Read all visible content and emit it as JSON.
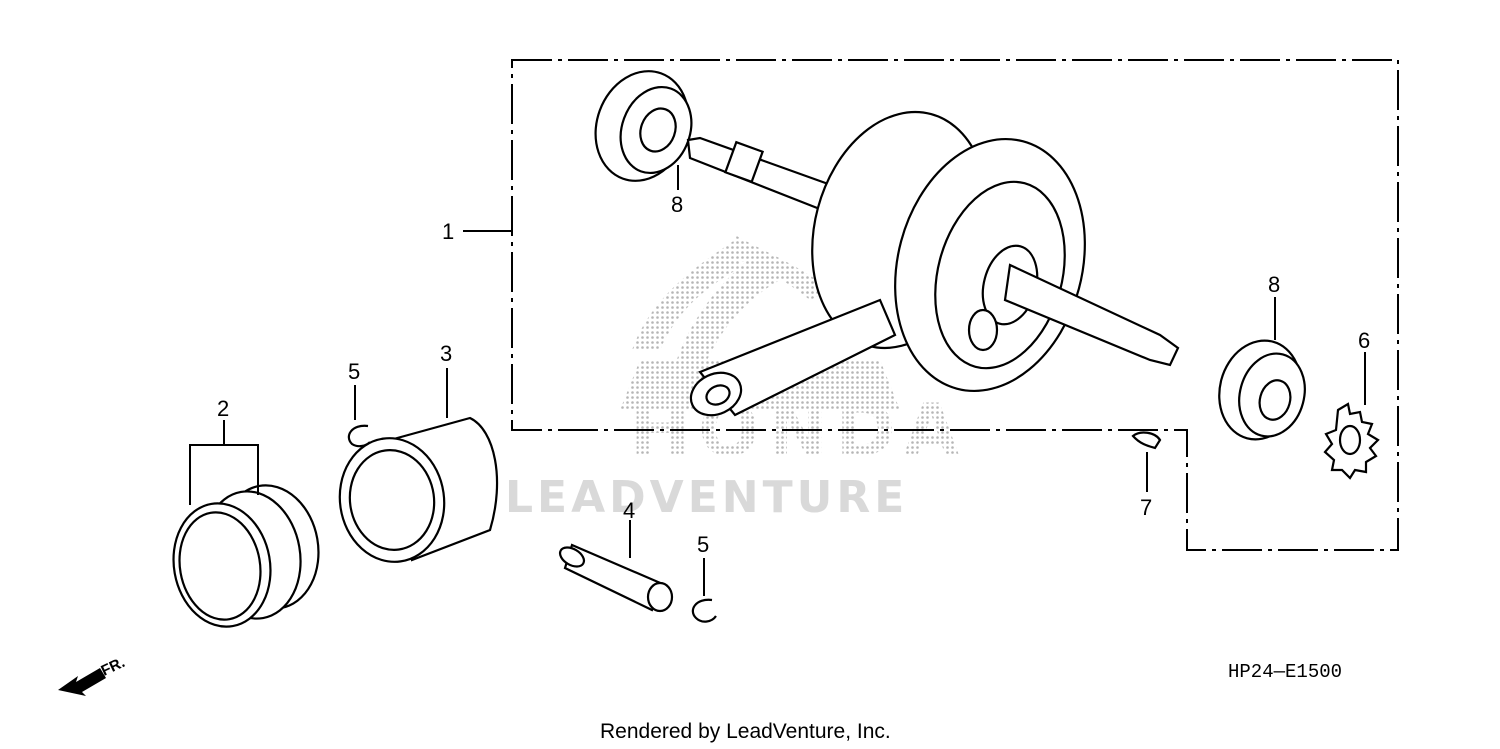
{
  "callouts": [
    {
      "id": "1",
      "text": "1"
    },
    {
      "id": "2",
      "text": "2"
    },
    {
      "id": "3",
      "text": "3"
    },
    {
      "id": "4",
      "text": "4"
    },
    {
      "id": "5a",
      "text": "5"
    },
    {
      "id": "5b",
      "text": "5"
    },
    {
      "id": "6",
      "text": "6"
    },
    {
      "id": "7",
      "text": "7"
    },
    {
      "id": "8a",
      "text": "8"
    },
    {
      "id": "8b",
      "text": "8"
    }
  ],
  "direction_label": "FR.",
  "diagram_code": "HP24—E1500",
  "credit": "Rendered by LeadVenture, Inc.",
  "watermark": {
    "brand": "HONDA",
    "vendor": "LEADVENTURE"
  },
  "colors": {
    "line": "#000000",
    "watermark_dots": "#b5b5b5",
    "watermark_text": "#d9d9d9"
  }
}
